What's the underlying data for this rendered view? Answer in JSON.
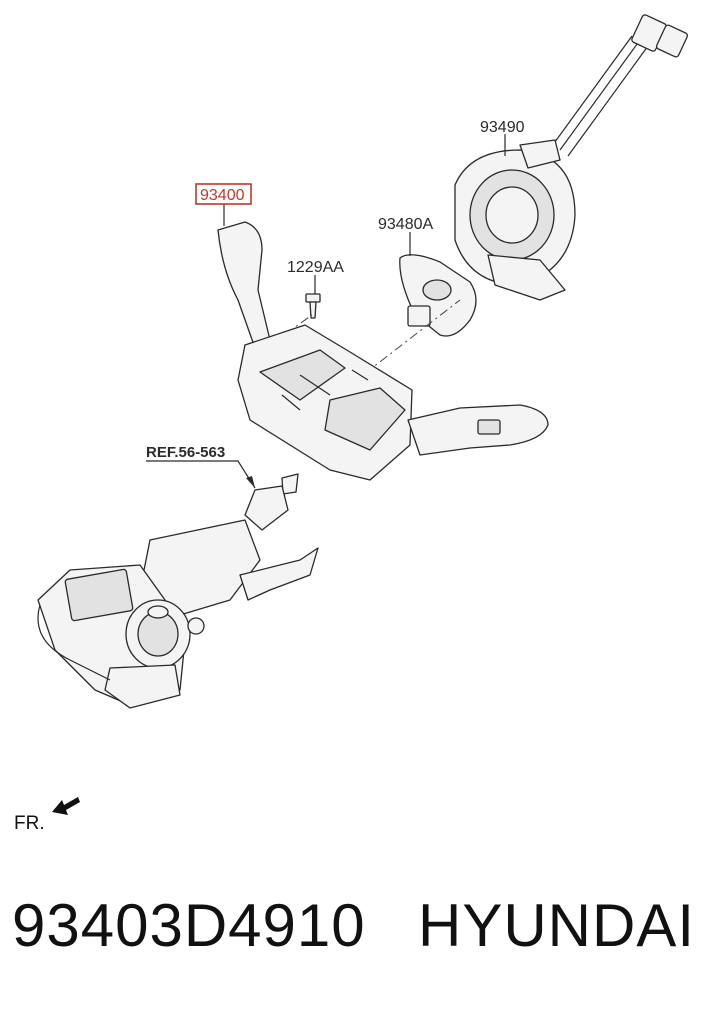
{
  "labels": {
    "part_93400": "93400",
    "part_1229AA": "1229AA",
    "part_93480A": "93480A",
    "part_93490": "93490",
    "ref": "REF.56-563",
    "front": "FR."
  },
  "highlight_color": "#c0392b",
  "footer": {
    "part_number": "93403D4910",
    "brand": "HYUNDAI"
  }
}
